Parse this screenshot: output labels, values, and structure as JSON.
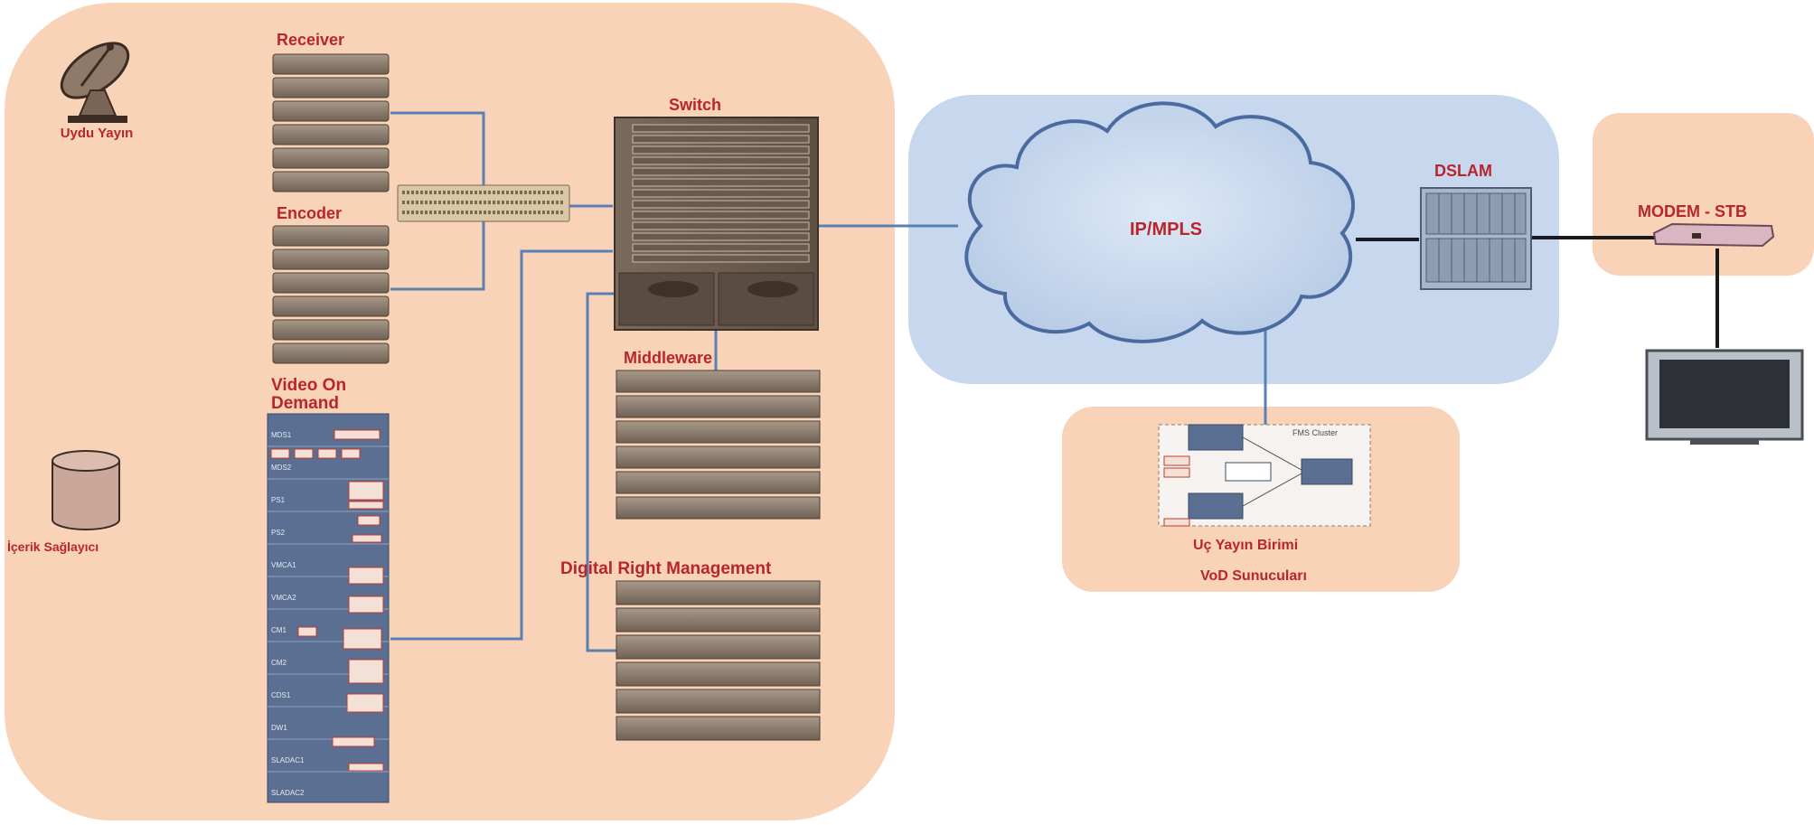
{
  "labels": {
    "satellite": "Uydu Yayın",
    "receiver": "Receiver",
    "encoder": "Encoder",
    "switch": "Switch",
    "vod": [
      "Video On",
      "Demand"
    ],
    "content_provider": "İçerik Sağlayıcı",
    "middleware": "Middleware",
    "drm": "Digital Right Management",
    "cloud": "IP/MPLS",
    "dslam": "DSLAM",
    "modem": "MODEM - STB",
    "edge_unit": "Uç Yayın Birimi",
    "vod_servers": "VoD Sunucuları"
  },
  "vod_rack_rows": [
    "MDS1",
    "MDS2",
    "PS1",
    "PS2",
    "VMCA1",
    "VMCA2",
    "CM1",
    "CM2",
    "CDS1",
    "DW1",
    "SLADAC1",
    "SLADAC2"
  ],
  "fms_cluster": {
    "title": "FMS Cluster"
  },
  "colors": {
    "zone_peach": "#f8d3b8",
    "cloud_zone": "#c6d7ee",
    "link_blue": "#5b7fb3",
    "link_dark": "#1a1a1a",
    "label_red": "#b8262b",
    "equipment": "#8a7a6c"
  }
}
